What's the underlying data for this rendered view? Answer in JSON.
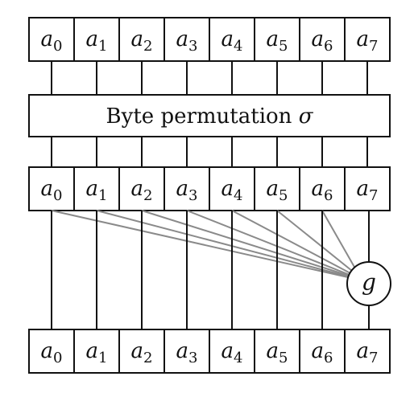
{
  "top_row": {
    "cells": [
      {
        "symbol": "a",
        "index": "0"
      },
      {
        "symbol": "a",
        "index": "1"
      },
      {
        "symbol": "a",
        "index": "2"
      },
      {
        "symbol": "a",
        "index": "3"
      },
      {
        "symbol": "a",
        "index": "4"
      },
      {
        "symbol": "a",
        "index": "5"
      },
      {
        "symbol": "a",
        "index": "6"
      },
      {
        "symbol": "a",
        "index": "7"
      }
    ]
  },
  "permutation": {
    "label": "Byte permutation",
    "symbol": "σ"
  },
  "middle_row": {
    "cells": [
      {
        "symbol": "a",
        "index": "0"
      },
      {
        "symbol": "a",
        "index": "1"
      },
      {
        "symbol": "a",
        "index": "2"
      },
      {
        "symbol": "a",
        "index": "3"
      },
      {
        "symbol": "a",
        "index": "4"
      },
      {
        "symbol": "a",
        "index": "5"
      },
      {
        "symbol": "a",
        "index": "6"
      },
      {
        "symbol": "a",
        "index": "7"
      }
    ]
  },
  "function_node": {
    "label": "g"
  },
  "bottom_row": {
    "cells": [
      {
        "symbol": "a",
        "index": "0"
      },
      {
        "symbol": "a",
        "index": "1"
      },
      {
        "symbol": "a",
        "index": "2"
      },
      {
        "symbol": "a",
        "index": "3"
      },
      {
        "symbol": "a",
        "index": "4"
      },
      {
        "symbol": "a",
        "index": "5"
      },
      {
        "symbol": "a",
        "index": "6"
      },
      {
        "symbol": "a",
        "index": "7"
      }
    ]
  },
  "colors": {
    "stroke": "#111111",
    "fan_lines": "#8a8a8a",
    "background": "#ffffff"
  }
}
